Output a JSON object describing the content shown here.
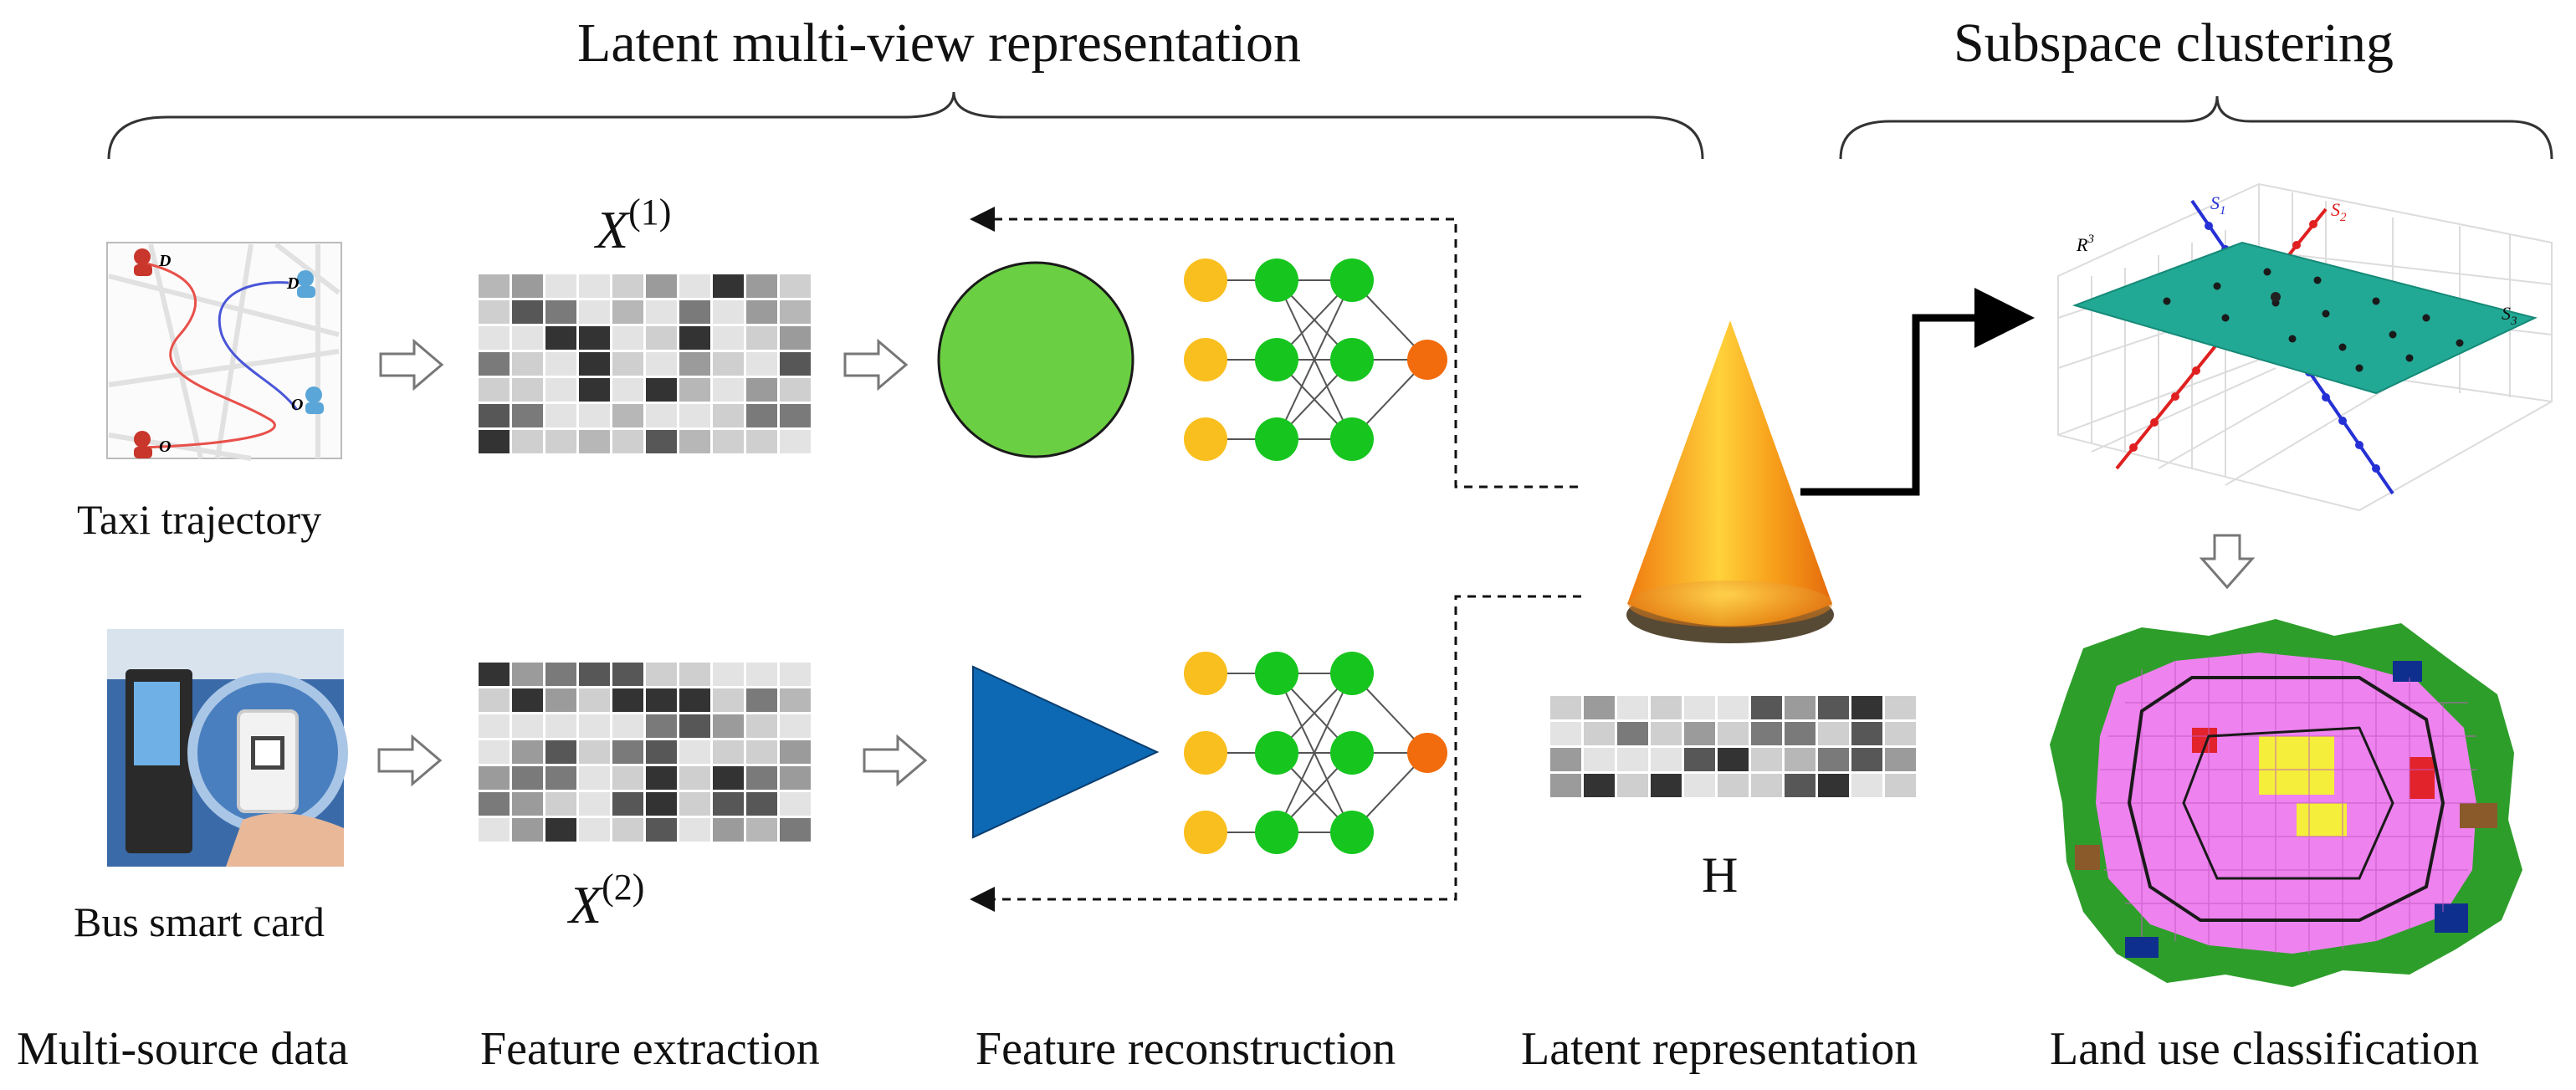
{
  "titles": {
    "latent": "Latent  multi-view representation",
    "subspace": "Subspace clustering"
  },
  "sources": {
    "taxi": "Taxi trajectory",
    "bus": "Bus smart card"
  },
  "matrices": {
    "x1_base": "X",
    "x1_sup": "(1)",
    "x2_base": "X",
    "x2_sup": "(2)",
    "h": "H"
  },
  "taxi_map": {
    "markers": [
      "D",
      "D",
      "O",
      "O"
    ]
  },
  "subspace_plot": {
    "r3": "R",
    "r3_sup": "3",
    "s1": "S",
    "s1_sub": "1",
    "s2": "S",
    "s2_sub": "2",
    "s3": "S",
    "s3_sub": "3"
  },
  "bottom_labels": {
    "multi_source": "Multi-source data",
    "feature_extraction": "Feature extraction",
    "feature_reconstruction": "Feature reconstruction",
    "latent_representation": "Latent representation",
    "land_use": "Land use classification"
  },
  "colors": {
    "node_yellow": "#f9bf1e",
    "node_green": "#17c51f",
    "node_orange": "#f26b0c",
    "circle_green": "#6bcf43",
    "triangle_blue": "#0e69b5",
    "plane_teal": "#22a995",
    "cone_orange": "#f5961a"
  }
}
